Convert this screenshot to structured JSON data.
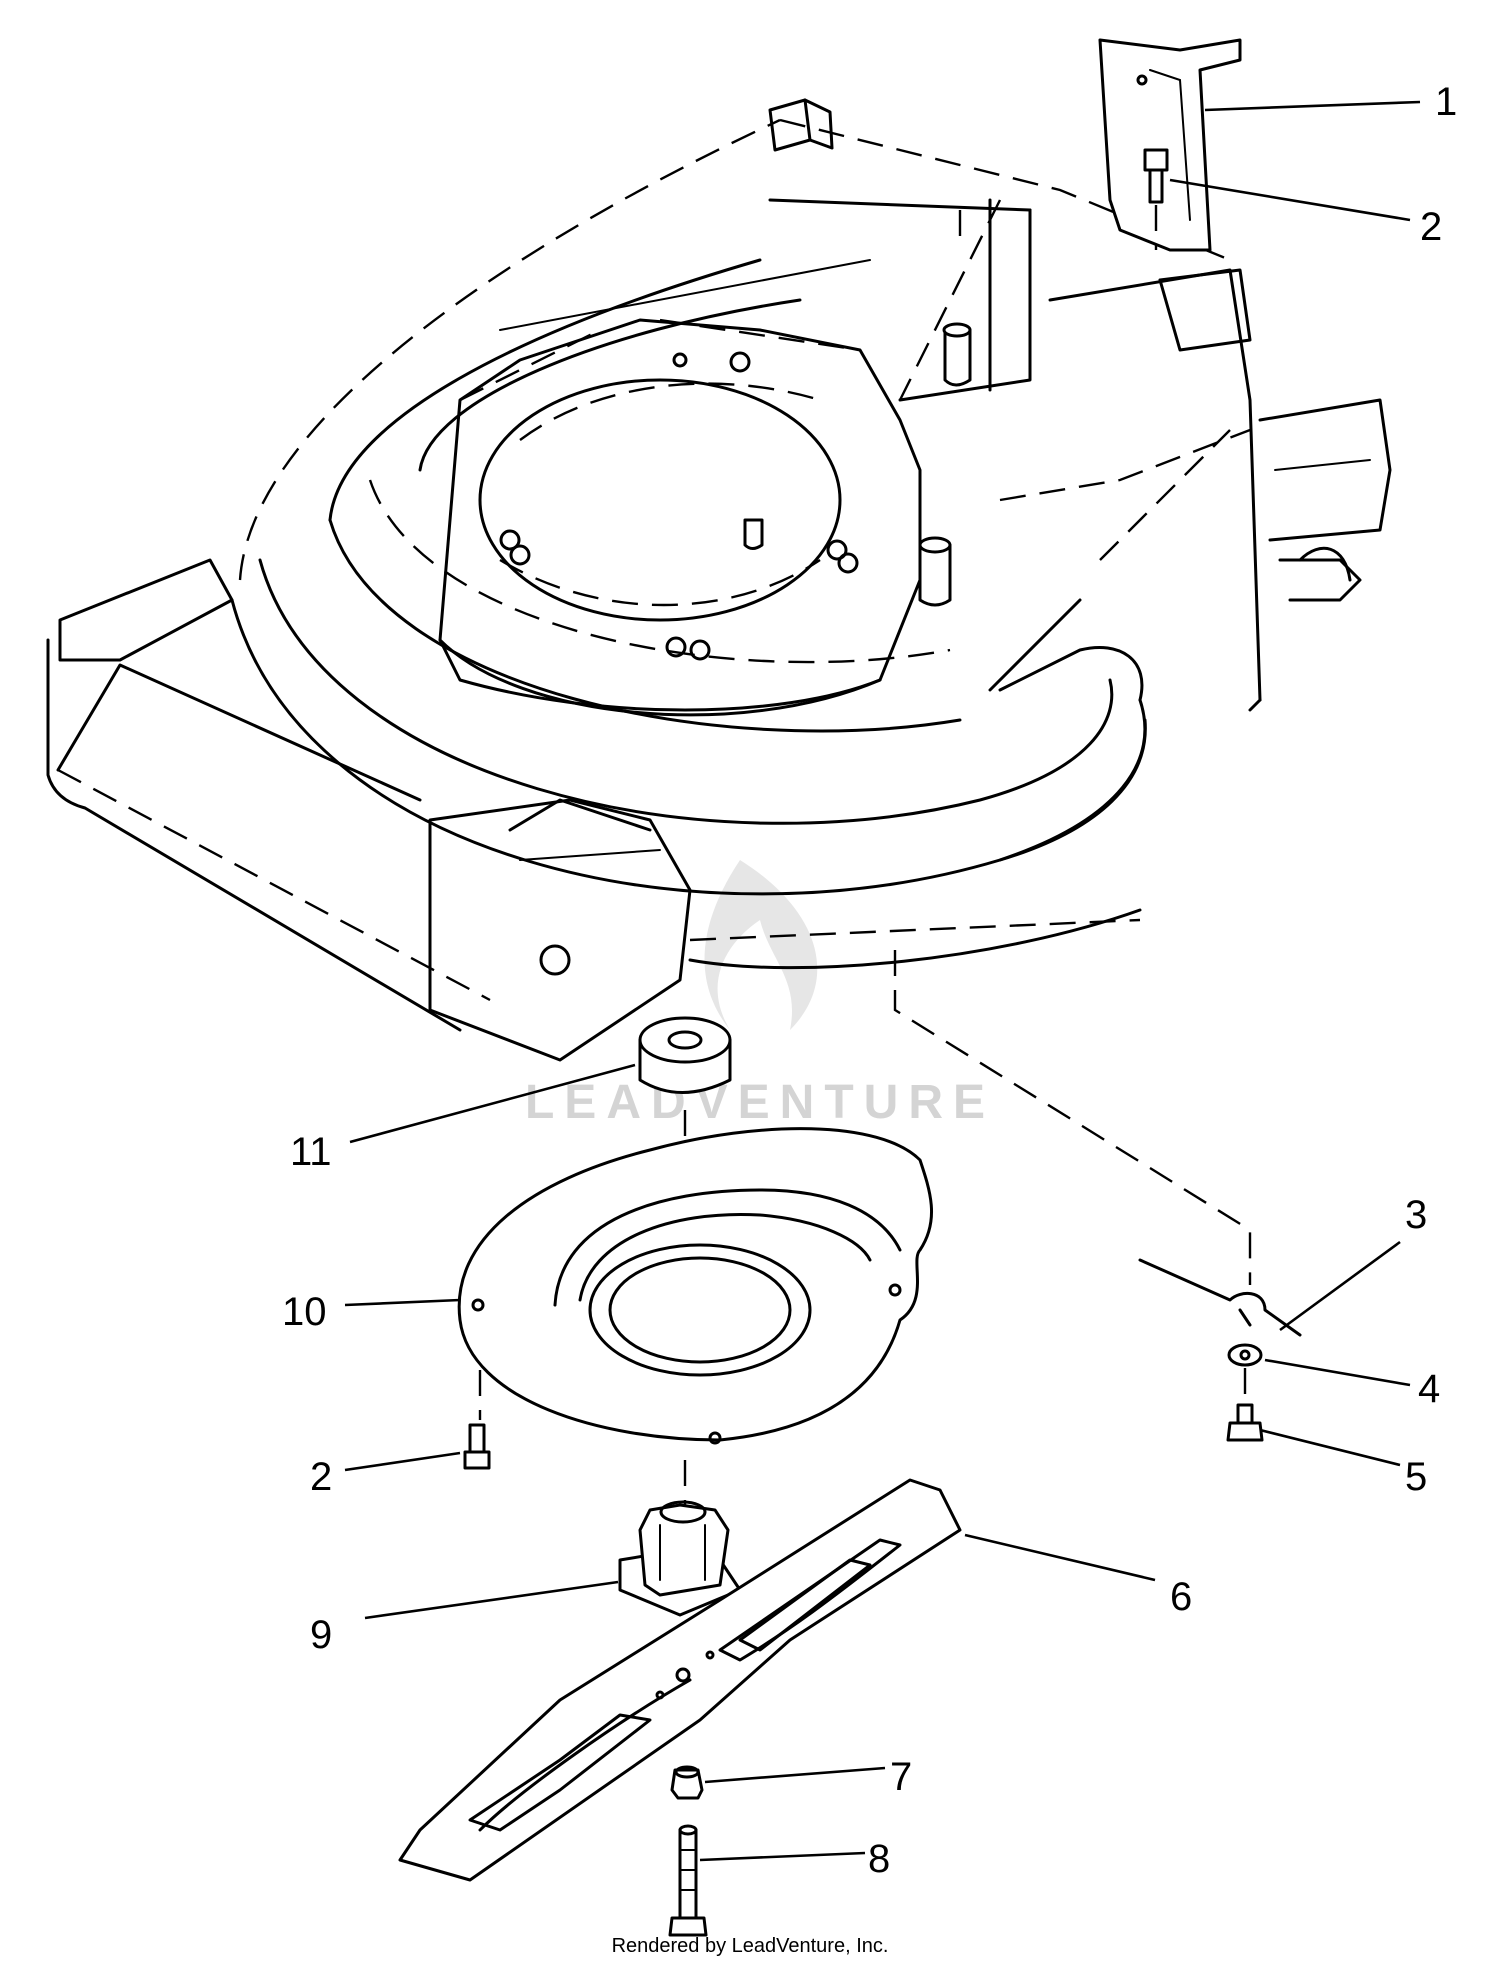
{
  "diagram": {
    "callouts": [
      {
        "id": "1",
        "label": "1"
      },
      {
        "id": "2a",
        "label": "2"
      },
      {
        "id": "3",
        "label": "3"
      },
      {
        "id": "4",
        "label": "4"
      },
      {
        "id": "5",
        "label": "5"
      },
      {
        "id": "6",
        "label": "6"
      },
      {
        "id": "7",
        "label": "7"
      },
      {
        "id": "8",
        "label": "8"
      },
      {
        "id": "9",
        "label": "9"
      },
      {
        "id": "10",
        "label": "10"
      },
      {
        "id": "11",
        "label": "11"
      },
      {
        "id": "2b",
        "label": "2"
      }
    ],
    "watermark": "LEADVENTURE",
    "footer": "Rendered by LeadVenture, Inc."
  }
}
